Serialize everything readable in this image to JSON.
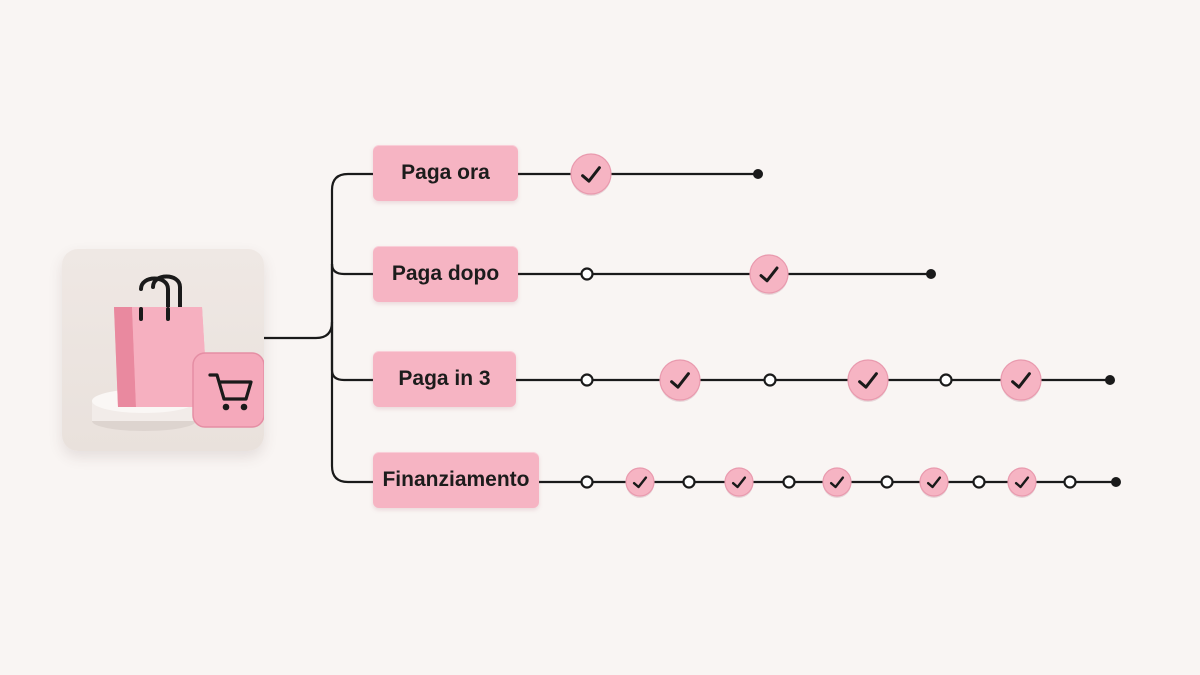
{
  "store": {
    "icons": [
      "shopping-bag-icon",
      "shopping-cart-icon"
    ],
    "colors": {
      "card": "#ece5e1",
      "bag": "#f4a7b9",
      "pedestal": "#f7f3f1"
    }
  },
  "options": [
    {
      "label": "Paga ora",
      "stops": [
        "check",
        "end"
      ]
    },
    {
      "label": "Paga dopo",
      "stops": [
        "open",
        "check",
        "end"
      ]
    },
    {
      "label": "Paga in 3",
      "stops": [
        "open",
        "check",
        "open",
        "check",
        "open",
        "check",
        "end"
      ]
    },
    {
      "label": "Finanziamento",
      "stops": [
        "open",
        "check",
        "open",
        "check",
        "open",
        "check",
        "open",
        "check",
        "open",
        "check",
        "open",
        "end"
      ]
    }
  ],
  "colors": {
    "background": "#f9f5f3",
    "label_fill": "#f6b4c3",
    "check_fill": "#f6b4c3",
    "line": "#1a1a1a"
  }
}
